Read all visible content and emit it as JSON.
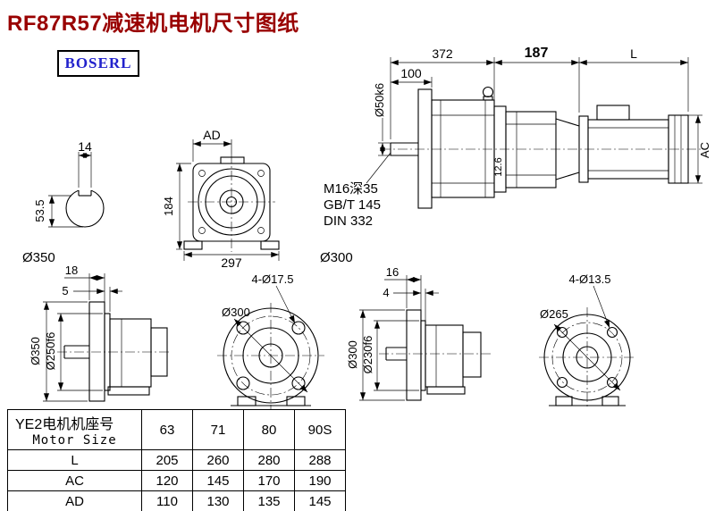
{
  "title": "RF87R57减速机电机尺寸图纸",
  "logo": "BOSERL",
  "colors": {
    "title": "#990000",
    "logo": "#2222cc",
    "line": "#000000"
  },
  "assembly": {
    "dim_total": "372",
    "dim_adapter": "187",
    "dim_motor_len": "L",
    "dim_shaft_len": "100",
    "dim_shaft_dia": "Ø50k6",
    "dim_motor_dia": "AC",
    "dim_step": "12.6",
    "note_tap": "M16深35",
    "note_std1": "GB/T 145",
    "note_std2": "DIN 332"
  },
  "shaft_section": {
    "dim_key_width": "14",
    "dim_key_height": "53.5"
  },
  "front_view": {
    "dim_ad": "AD",
    "dim_height": "184",
    "dim_width": "297"
  },
  "labels": {
    "flange_left": "Ø350",
    "flange_mid": "Ø300"
  },
  "flange_b5_side": {
    "dim_thickness": "18",
    "dim_spigot_depth": "5",
    "dim_od": "Ø350",
    "dim_spigot": "Ø250f6"
  },
  "flange_b5_front": {
    "dim_holes": "4-Ø17.5",
    "dim_bolt_circle": "Ø300"
  },
  "flange_b14_side": {
    "dim_thickness": "16",
    "dim_spigot_depth": "4",
    "dim_od": "Ø300",
    "dim_spigot": "Ø230f6"
  },
  "flange_b14_front": {
    "dim_holes": "4-Ø13.5",
    "dim_bolt_circle": "Ø265"
  },
  "table": {
    "header_cn": "YE2电机机座号",
    "header_en": "Motor Size",
    "sizes": [
      "63",
      "71",
      "80",
      "90S"
    ],
    "rows": [
      {
        "label": "L",
        "values": [
          "205",
          "260",
          "280",
          "288"
        ]
      },
      {
        "label": "AC",
        "values": [
          "120",
          "145",
          "170",
          "190"
        ]
      },
      {
        "label": "AD",
        "values": [
          "110",
          "130",
          "135",
          "145"
        ]
      }
    ]
  }
}
